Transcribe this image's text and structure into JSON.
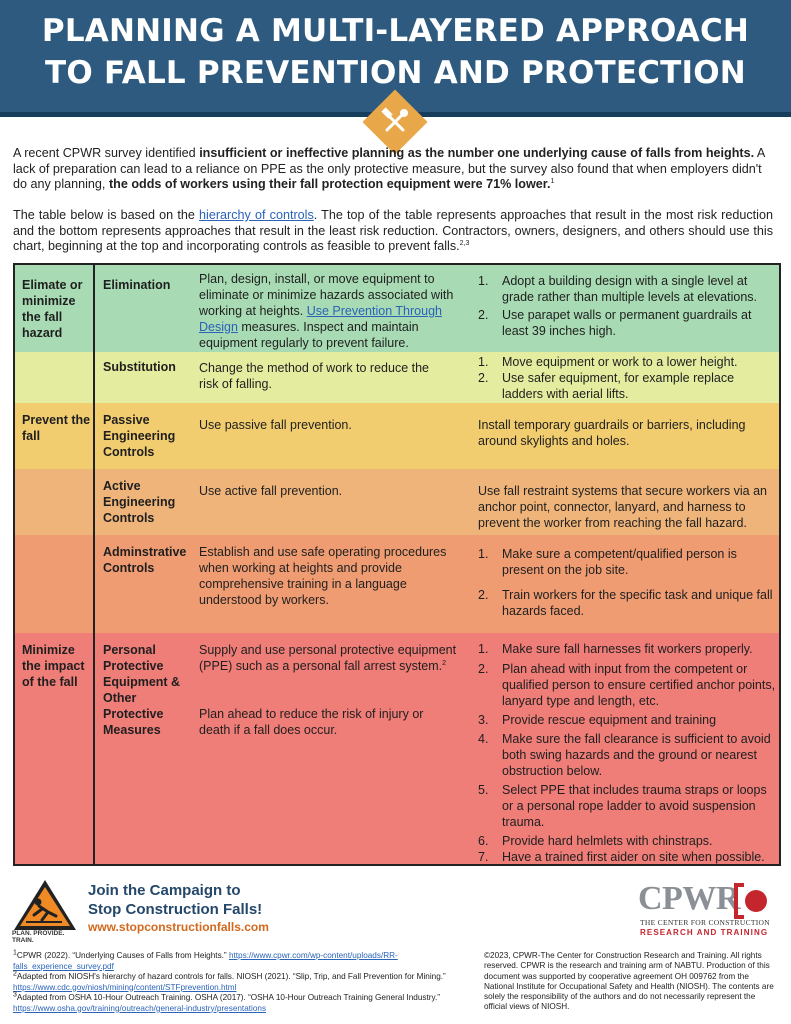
{
  "header": {
    "title_line1": "PLANNING A MULTI-LAYERED APPROACH",
    "title_line2": "TO FALL PREVENTION AND PROTECTION",
    "emblem_icon": "crossed-hammer-wrench-icon",
    "colors": {
      "banner": "#2d5a7e",
      "emblem": "#e8a84a"
    }
  },
  "intro": {
    "p1_a": "A recent CPWR survey identified ",
    "p1_b": "insufficient or ineffective planning as the number one underlying cause of falls from heights.",
    "p1_c": " A lack of preparation can lead to a reliance on PPE as the only protective measure, but the survey also found that when employers didn't do any planning, ",
    "p1_d": "the odds of workers using their fall protection equipment were 71% lower.",
    "p1_sup": "1",
    "p2_a": "The table below is based on the ",
    "p2_link": "hierarchy of controls",
    "p2_b": ". The top of the table represents approaches that result in the most risk reduction and the bottom represents approaches that result in the least risk reduction. Contractors, owners, designers, and others should use this chart, beginning at the top and incorporating controls as feasible to prevent falls.",
    "p2_sup": "2,3"
  },
  "table": {
    "rows": [
      {
        "color": "#a8dbb3",
        "category": "Elimate or minimize the fall hazard",
        "control": "Elimination",
        "desc_a": "Plan, design, install, or move equipment to eliminate or minimize hazards associated with working at heights. ",
        "desc_link": "Use Prevention Through Design",
        "desc_b": " measures. Inspect and maintain equipment regularly to prevent failure.",
        "actions": [
          "Adopt a building design with a single level at grade rather than multiple levels at elevations.",
          "Use parapet walls or permanent guardrails at least 39 inches high."
        ]
      },
      {
        "color": "#e4ed9f",
        "category": "",
        "control": "Substitution",
        "desc_a": "Change the method of work to reduce the risk of falling.",
        "actions": [
          "Move equipment or work to a lower height.",
          "Use safer equipment, for example replace ladders with aerial lifts."
        ]
      },
      {
        "color": "#f2cd6f",
        "category": "Prevent the fall",
        "control": "Passive Engineering Controls",
        "desc_a": "Use passive fall prevention.",
        "action_text": "Install temporary guardrails or barriers, including around skylights and holes."
      },
      {
        "color": "#efb47a",
        "category": "",
        "control": "Active Engineering Controls",
        "desc_a": "Use active fall prevention.",
        "action_text": "Use fall restraint systems that secure workers via an anchor point, connector, lanyard, and harness to prevent the worker from reaching the fall hazard."
      },
      {
        "color": "#ef9c72",
        "category": "",
        "control": "Adminstrative Controls",
        "desc_a": "Establish and use safe operating procedures when working at heights and provide comprehensive training in a language understood by workers.",
        "actions": [
          "Make sure a competent/qualified person is present on the job site.",
          "Train workers for the specific task and unique fall hazards faced."
        ]
      },
      {
        "color": "#ef7d78",
        "category": "Minimize the impact of the fall",
        "control": "Personal Protective Equipment & Other Protective Measures",
        "desc_a": "Supply and use personal protective equipment (PPE) such as a personal fall arrest system.",
        "desc_sup": "2",
        "desc_c": "Plan ahead to reduce the risk of injury or death if a fall does occur.",
        "actions": [
          "Make sure fall harnesses fit workers properly.",
          "Plan ahead with input from the competent or qualified person to ensure certified anchor points, lanyard type and length, etc.",
          "Provide rescue equipment and training",
          "Make sure the fall clearance is sufficient to avoid both swing hazards and the ground or nearest obstruction below.",
          "Select PPE that includes trauma straps or loops or a personal rope ladder to avoid suspension trauma.",
          "Provide hard helmlets with chinstraps.",
          "Have a trained first aider on site when possible."
        ]
      }
    ]
  },
  "footer": {
    "logo_icon": "falling-worker-warning-icon",
    "logo_tag": "PLAN. PROVIDE. TRAIN.",
    "campaign_line1": "Join the Campaign to",
    "campaign_line2": "Stop Construction Falls!",
    "campaign_url": "www.stopconstructionfalls.com",
    "cpwr_name": "CPWR",
    "cpwr_mark_icon": "cpwr-bracket-circle-icon",
    "cpwr_sub1": "THE CENTER FOR CONSTRUCTION",
    "cpwr_sub2": "RESEARCH AND TRAINING",
    "fn1_a": "CPWR (2022). “Underlying Causes of Falls from Heights.” ",
    "fn1_link": "https://www.cpwr.com/wp-content/uploads/RR-falls_experience_survey.pdf",
    "fn2_a": "Adapted from NIOSH's hierarchy of hazard controls for falls. NIOSH (2021). “Slip, Trip, and Fall Prevention for Mining.” ",
    "fn2_link": "https://www.cdc.gov/niosh/mining/content/STFprevention.html",
    "fn3_a": "Adapted from OSHA 10-Hour Outreach Training. OSHA (2017). “OSHA 10-Hour Outreach Training General Industry.” ",
    "fn3_link": "https://www.osha.gov/training/outreach/general-industry/presentations",
    "copyright": "©2023, CPWR-The Center for Construction Research and Training. All rights reserved. CPWR is the research and training arm of NABTU. Production of this document was supported by cooperative agreement OH 009762 from the National Institute for Occupational Safety and Health (NIOSH). The contents are solely the responsibility of the authors and do not necessarily represent the official views of NIOSH."
  }
}
